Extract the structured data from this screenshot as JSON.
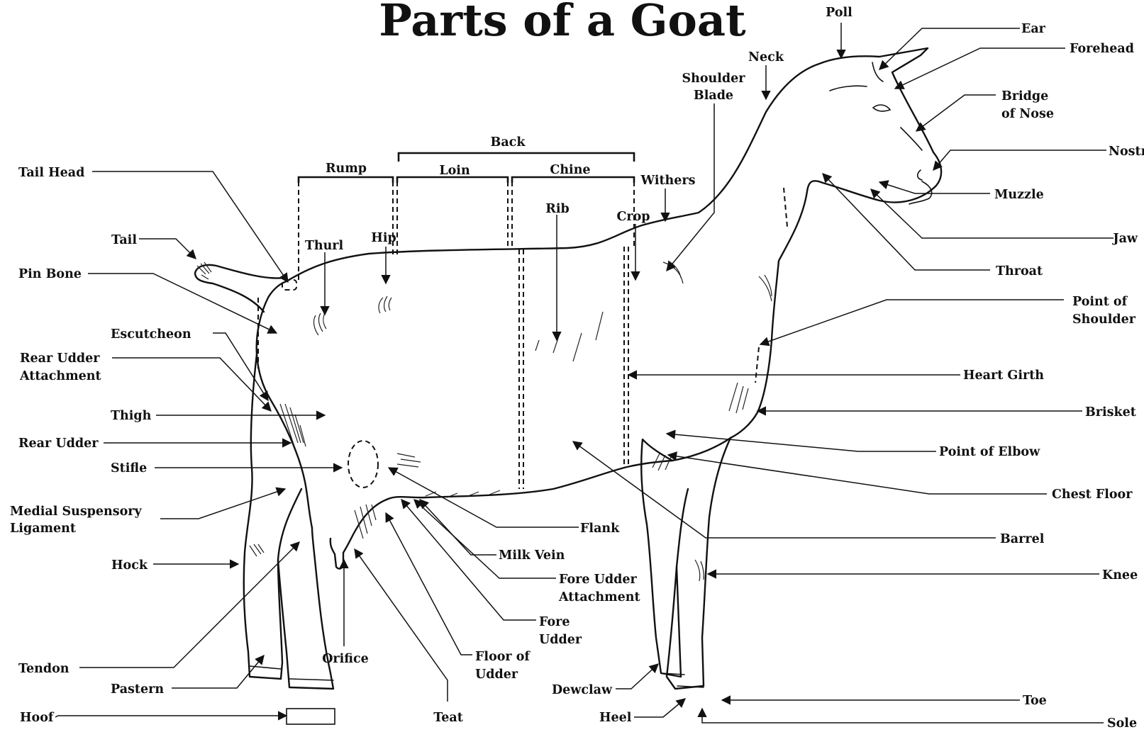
{
  "title": "Parts of a Goat",
  "labels": {
    "poll": "Poll",
    "ear": "Ear",
    "forehead": "Forehead",
    "neck": "Neck",
    "shoulder_blade_1": "Shoulder",
    "shoulder_blade_2": "Blade",
    "bridge_of_nose_1": "Bridge",
    "bridge_of_nose_2": "of Nose",
    "nostril": "Nostril",
    "muzzle": "Muzzle",
    "jaw": "Jaw",
    "throat": "Throat",
    "back": "Back",
    "rump": "Rump",
    "loin": "Loin",
    "chine": "Chine",
    "withers": "Withers",
    "rib": "Rib",
    "crop": "Crop",
    "hip": "Hip",
    "thurl": "Thurl",
    "tail_head": "Tail Head",
    "tail": "Tail",
    "pin_bone": "Pin Bone",
    "escutcheon": "Escutcheon",
    "rear_udder_attachment_1": "Rear Udder",
    "rear_udder_attachment_2": "Attachment",
    "thigh": "Thigh",
    "rear_udder": "Rear Udder",
    "stifle": "Stifle",
    "medial_suspensory_1": "Medial Suspensory",
    "medial_suspensory_2": "Ligament",
    "hock": "Hock",
    "tendon": "Tendon",
    "pastern": "Pastern",
    "hoof": "Hoof",
    "orifice": "Orifice",
    "teat": "Teat",
    "floor_of_udder_1": "Floor of",
    "floor_of_udder_2": "Udder",
    "fore_udder_1": "Fore",
    "fore_udder_2": "Udder",
    "fore_udder_attachment_1": "Fore Udder",
    "fore_udder_attachment_2": "Attachment",
    "milk_vein": "Milk Vein",
    "flank": "Flank",
    "point_of_shoulder_1": "Point of",
    "point_of_shoulder_2": "Shoulder",
    "heart_girth": "Heart Girth",
    "brisket": "Brisket",
    "point_of_elbow": "Point of Elbow",
    "chest_floor": "Chest Floor",
    "barrel": "Barrel",
    "knee": "Knee",
    "dewclaw": "Dewclaw",
    "heel": "Heel",
    "toe": "Toe",
    "sole": "Sole"
  }
}
